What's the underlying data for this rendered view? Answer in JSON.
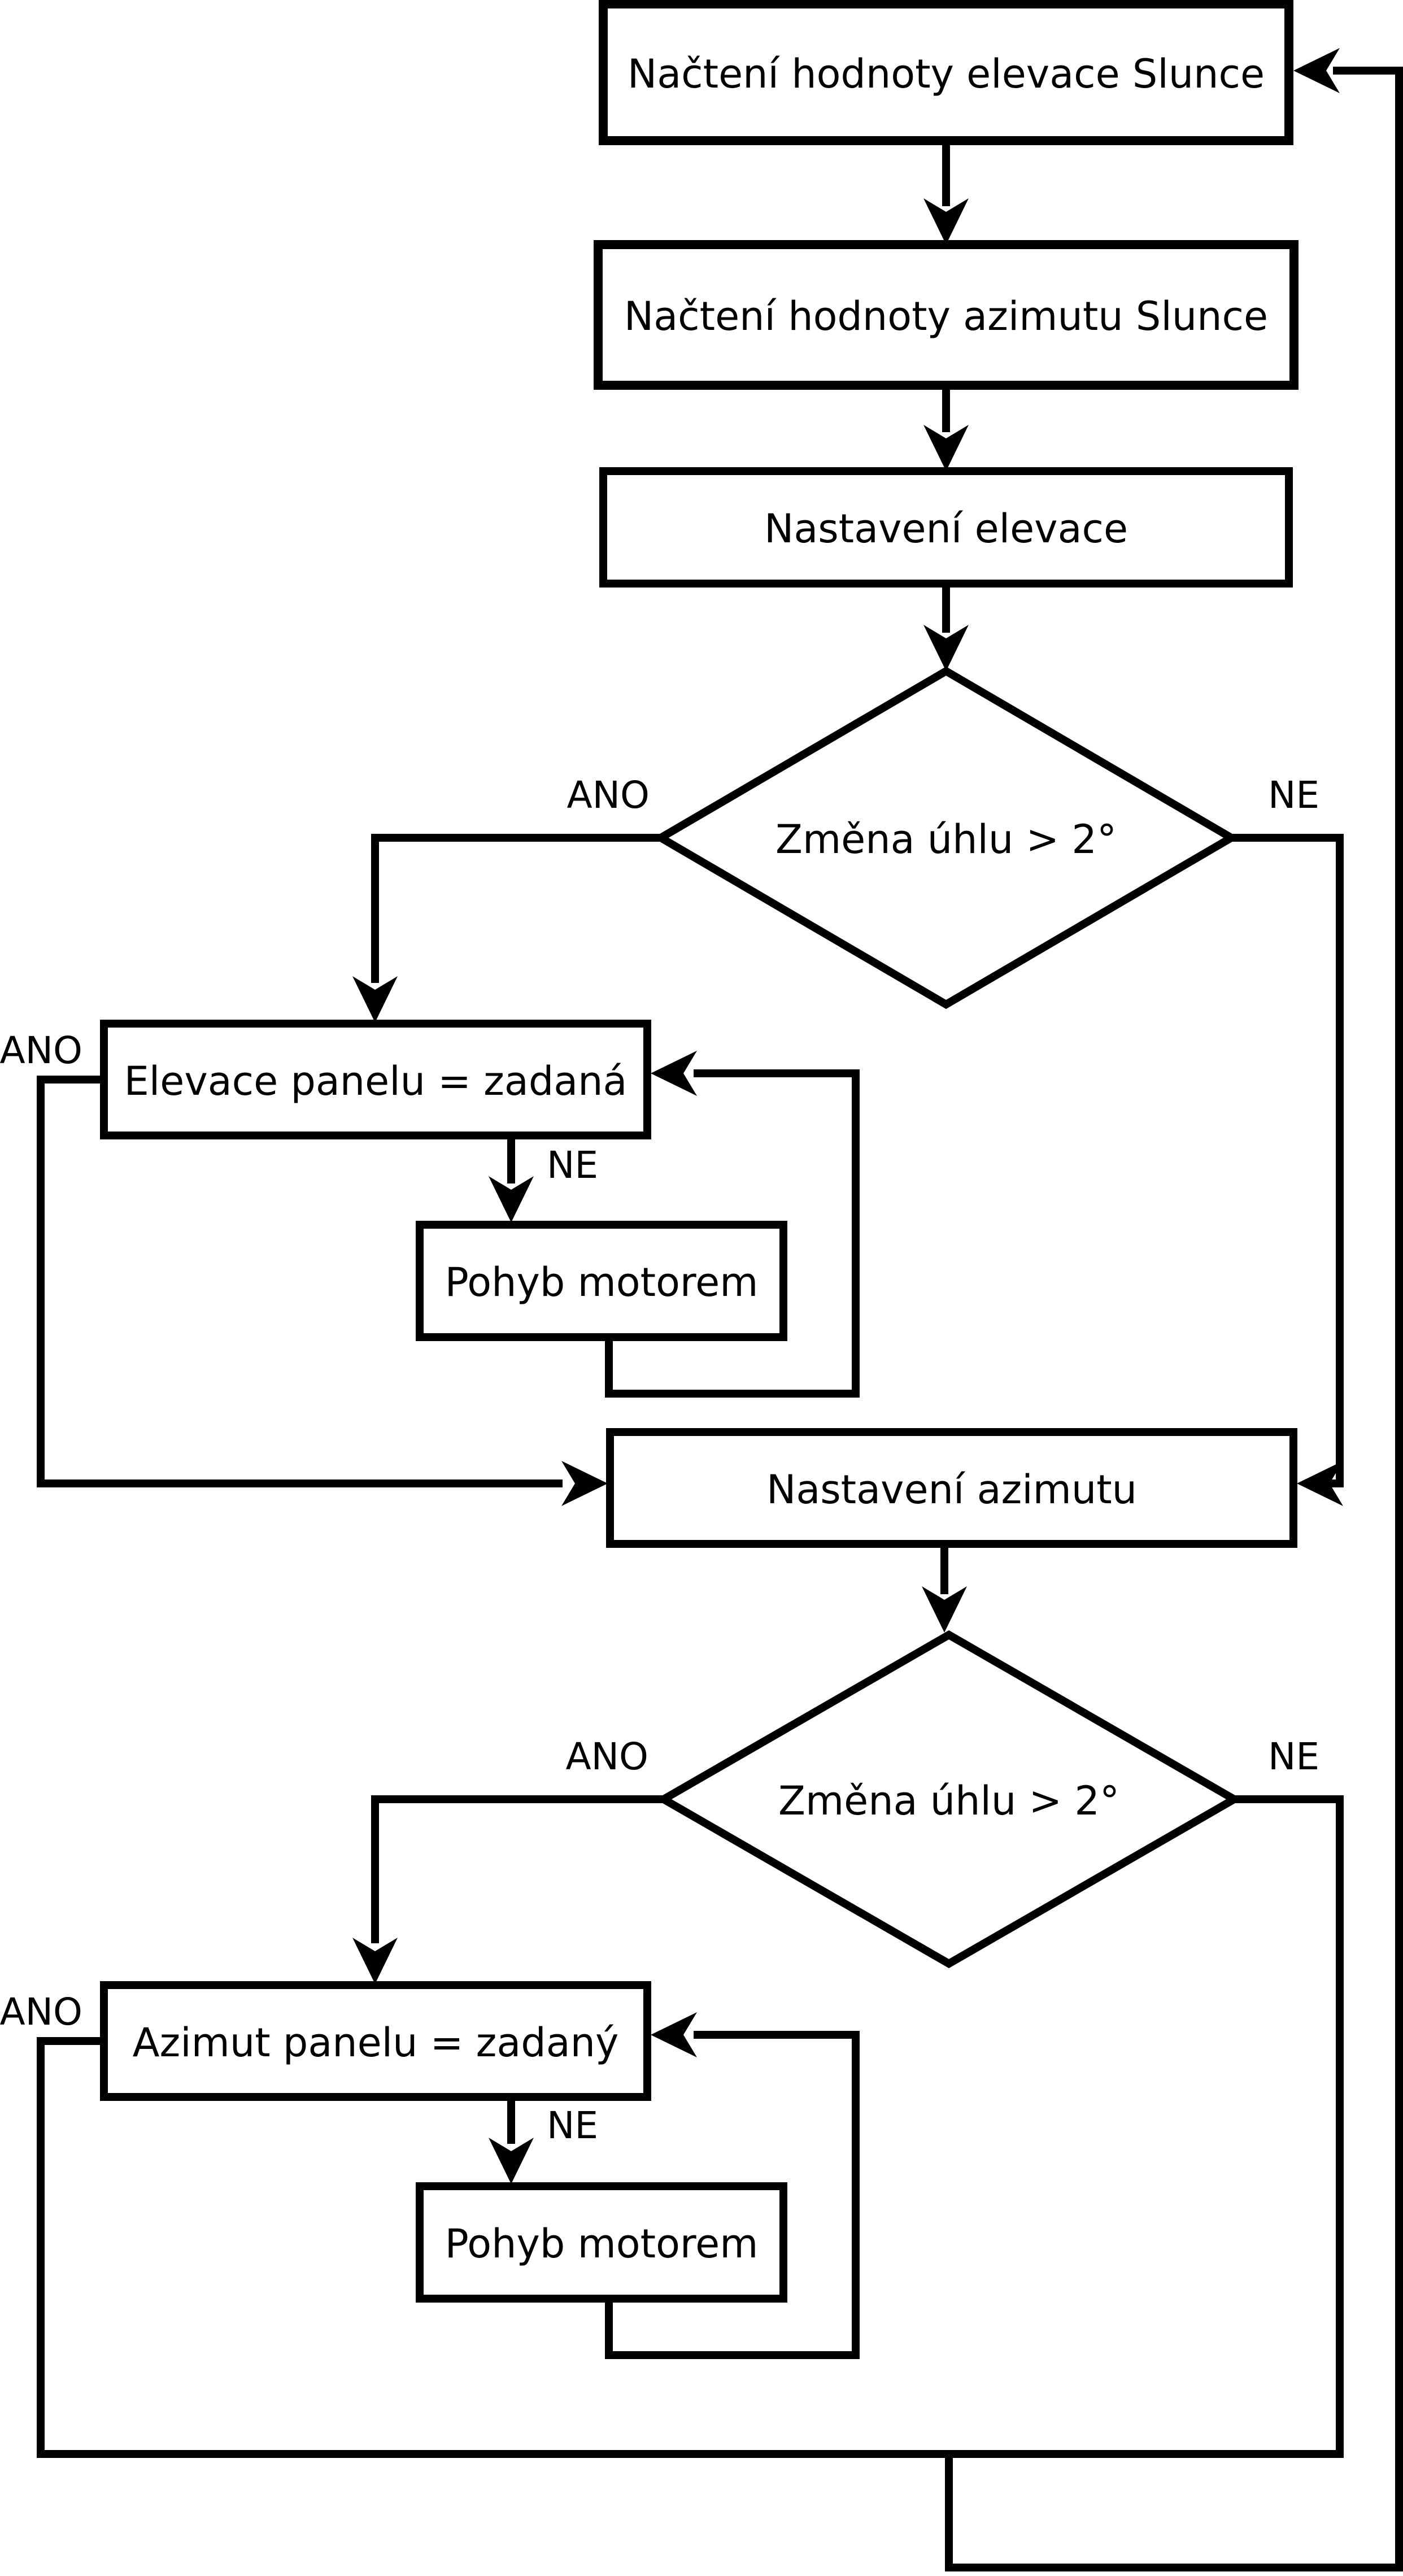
{
  "diagram": {
    "background_color": "#ffffff",
    "line_color": "#000000",
    "nodes": {
      "load_elevation": {
        "type": "process",
        "label": "Načtení hodnoty elevace Slunce"
      },
      "load_azimuth": {
        "type": "process",
        "label": "Načtení hodnoty azimutu Slunce"
      },
      "set_elevation": {
        "type": "process",
        "label": "Nastavení elevace"
      },
      "elevation_check": {
        "type": "decision",
        "label": "Změna úhlu > 2°"
      },
      "elevation_equal": {
        "type": "process",
        "label": "Elevace panelu = zadaná"
      },
      "motor_move_elevation": {
        "type": "process",
        "label": "Pohyb motorem"
      },
      "set_azimuth": {
        "type": "process",
        "label": "Nastavení azimutu"
      },
      "azimuth_check": {
        "type": "decision",
        "label": "Změna úhlu > 2°"
      },
      "azimuth_equal": {
        "type": "process",
        "label": "Azimut panelu = zadaný"
      },
      "motor_move_azimuth": {
        "type": "process",
        "label": "Pohyb motorem"
      }
    },
    "edge_labels": {
      "elevation_check_yes": "ANO",
      "elevation_check_no": "NE",
      "elevation_equal_yes": "ANO",
      "elevation_equal_no": "NE",
      "azimuth_check_yes": "ANO",
      "azimuth_check_no": "NE",
      "azimuth_equal_yes": "ANO",
      "azimuth_equal_no": "NE"
    }
  }
}
